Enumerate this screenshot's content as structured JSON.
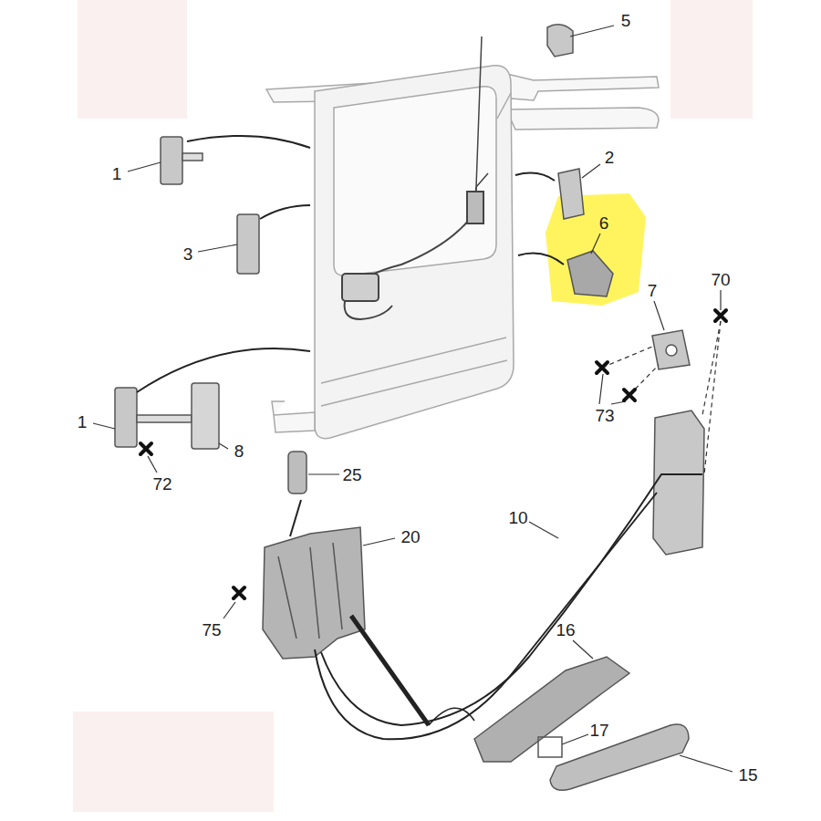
{
  "diagram": {
    "labels": [
      "5",
      "1",
      "2",
      "3",
      "6",
      "7",
      "70",
      "73",
      "1",
      "72",
      "8",
      "25",
      "20",
      "10",
      "75",
      "16",
      "17",
      "15"
    ]
  }
}
